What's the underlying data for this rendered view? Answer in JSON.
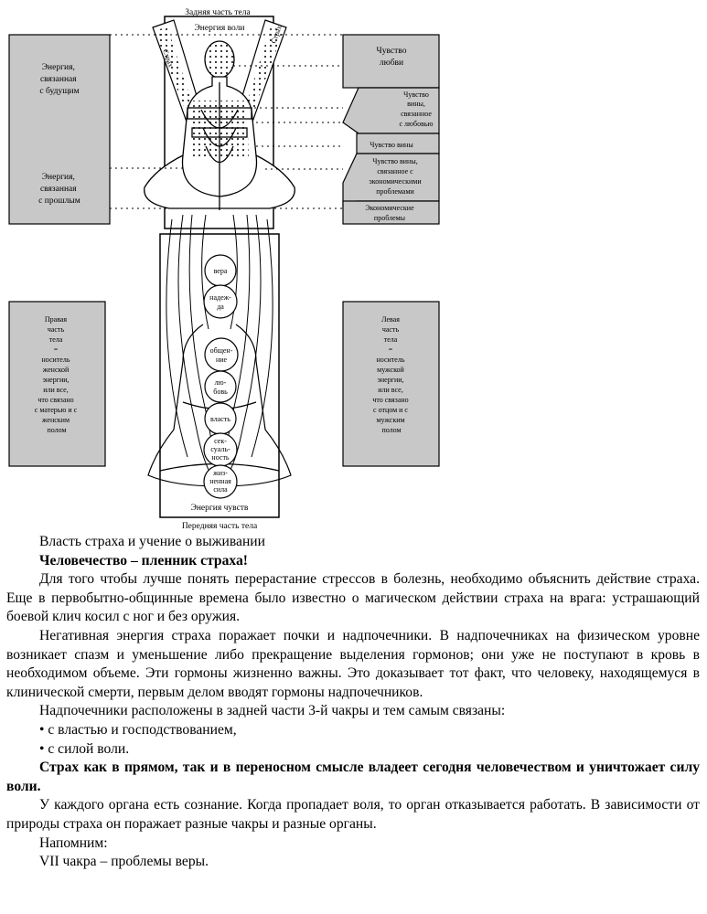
{
  "figure": {
    "top_label": "Задняя часть тела",
    "will_energy": "Энергия воли",
    "bottom_energy": "Энергия чувств",
    "bottom_label": "Передняя часть тела",
    "side_strip": "Страх",
    "left_future": [
      "Энергия,",
      "связанная",
      "с будущим"
    ],
    "left_past": [
      "Энергия,",
      "связанная",
      "с прошлым"
    ],
    "right_boxes": [
      [
        "Чувство",
        "любви"
      ],
      [
        "Чувство",
        "вины,",
        "связанное",
        "с любовью"
      ],
      [
        "Чувство вины"
      ],
      [
        "Чувство вины,",
        "связанное с",
        "экономическими",
        "проблемами"
      ],
      [
        "Экономические",
        "проблемы"
      ]
    ],
    "left_lower": [
      "Правая",
      "часть",
      "тела",
      "=",
      "носитель",
      "женской",
      "энергии,",
      "или все,",
      "что связано",
      "с матерью и с",
      "женским",
      "полом"
    ],
    "right_lower": [
      "Левая",
      "часть",
      "тела",
      "=",
      "носитель",
      "мужской",
      "энергии,",
      "или все,",
      "что связано",
      "с отцом и с",
      "мужским",
      "полом"
    ],
    "circles": [
      [
        "вера"
      ],
      [
        "надеж-",
        "да"
      ],
      [
        "общен-",
        "ние"
      ],
      [
        "лю-",
        "бовь"
      ],
      [
        "власть"
      ],
      [
        "сек-",
        "суаль-",
        "ность"
      ],
      [
        "жиз-",
        "ненная",
        "сила"
      ]
    ]
  },
  "text": {
    "caption": "Власть страха и учение о выживании",
    "heading": "Человечество – пленник страха!",
    "p1": "Для того чтобы лучше понять перерастание стрессов в болезнь, необходимо объяснить действие страха. Еще в первобытно-общинные времена было известно о магическом действии страха на врага: устрашающий боевой клич косил с ног и без оружия.",
    "p2": "Негативная энергия страха поражает почки и надпочечники. В надпочечниках на физическом уровне возникает спазм и уменьшение либо прекращение выделения гормонов; они уже не поступают в кровь в необходимом объеме. Эти гормоны жизненно важны. Это доказывает тот факт, что человеку, находящемуся в клинической смерти, первым делом вводят гормоны надпочечников.",
    "p3": "Надпочечники расположены в задней части 3-й чакры и тем самым связаны:",
    "b1": "• с властью и господствованием,",
    "b2": "• с силой воли.",
    "p4": "Страх как в прямом, так и в переносном смысле владеет сегодня человечеством и уничтожает силу воли.",
    "p5": "У каждого органа есть сознание. Когда пропадает воля, то орган отказывается работать. В зависимости от природы страха он поражает разные чакры и разные органы.",
    "p6": "Напомним:",
    "p7": "VII чакра – проблемы веры."
  }
}
